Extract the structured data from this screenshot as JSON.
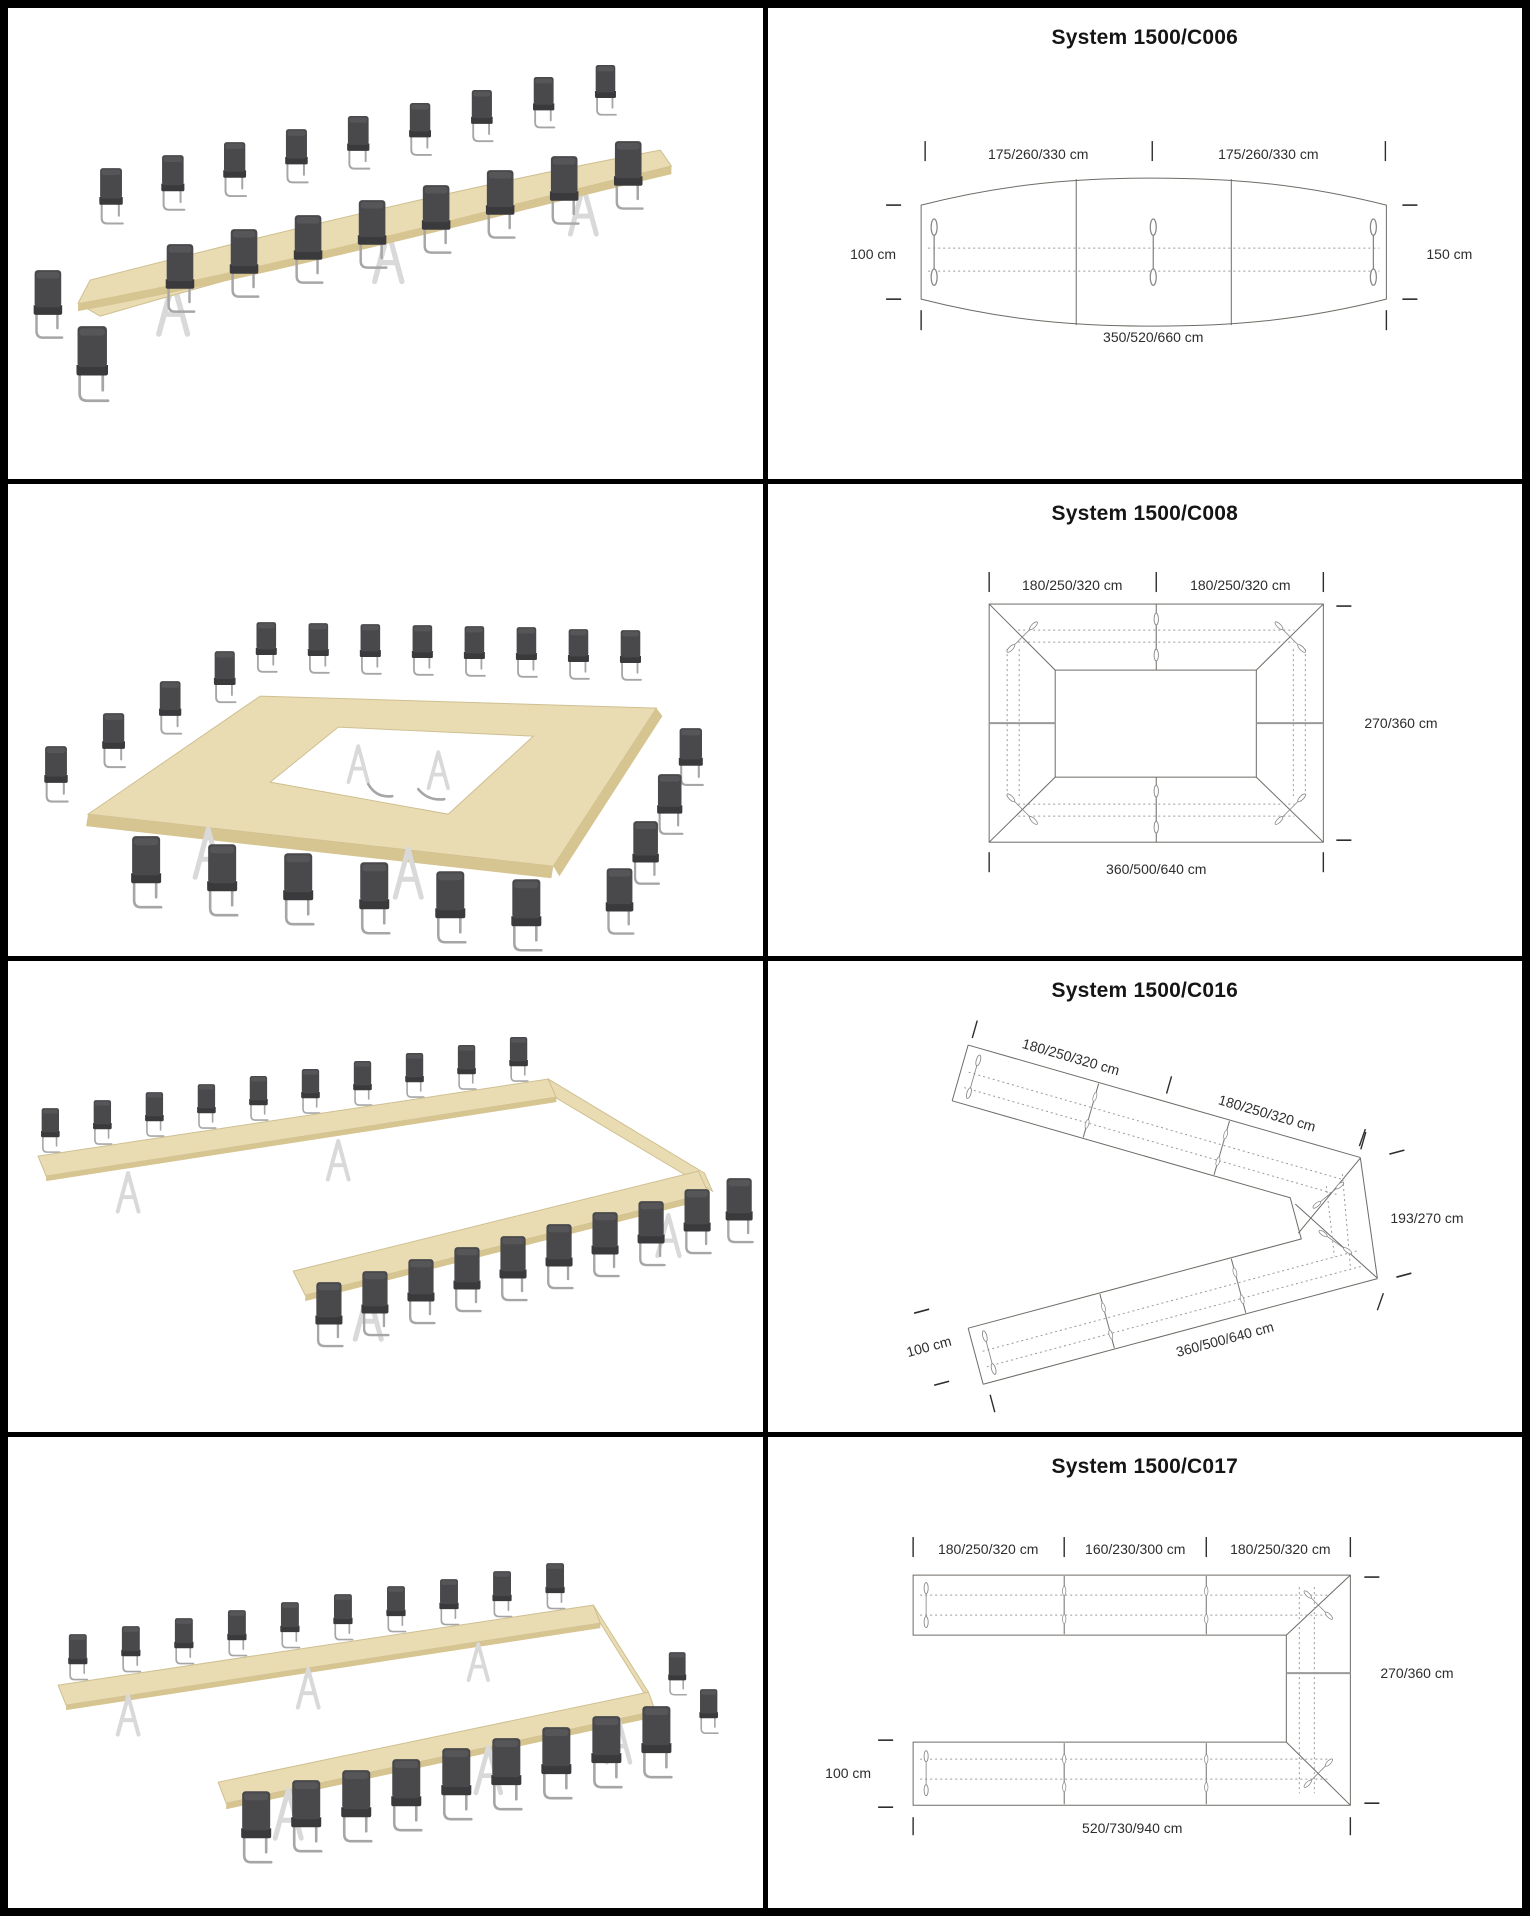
{
  "rows": [
    {
      "title": "System 1500/C006",
      "config": "boat-shaped conference table",
      "dims": {
        "top_left_segment": "175/260/330 cm",
        "top_right_segment": "175/260/330 cm",
        "left_width": "100 cm",
        "right_width": "150 cm",
        "total_length": "350/520/660 cm"
      }
    },
    {
      "title": "System 1500/C008",
      "config": "closed rectangle conference table",
      "dims": {
        "top_left_segment": "180/250/320 cm",
        "top_right_segment": "180/250/320 cm",
        "side_depth": "270/360 cm",
        "total_length": "360/500/640 cm"
      }
    },
    {
      "title": "System 1500/C016",
      "config": "v-shape conference table",
      "dims": {
        "arm_segment_1": "180/250/320 cm",
        "arm_segment_2": "180/250/320 cm",
        "end_width": "193/270 cm",
        "arm_total_length": "360/500/640 cm",
        "table_width": "100 cm"
      }
    },
    {
      "title": "System 1500/C017",
      "config": "u-shape conference table",
      "dims": {
        "top_segment_1": "180/250/320 cm",
        "top_segment_2": "160/230/300 cm",
        "top_segment_3": "180/250/320 cm",
        "side_depth": "270/360 cm",
        "table_width": "100 cm",
        "total_length": "520/730/940 cm"
      }
    }
  ],
  "colors": {
    "border": "#000000",
    "table_top": "#e9dcb2",
    "table_edge": "#d6c491",
    "chair_upholstery": "#49494c",
    "chrome_frame": "#a6a6a6",
    "table_leg": "#d9d9d9",
    "diagram_line": "#6f6b66",
    "text": "#2d2d2d"
  }
}
